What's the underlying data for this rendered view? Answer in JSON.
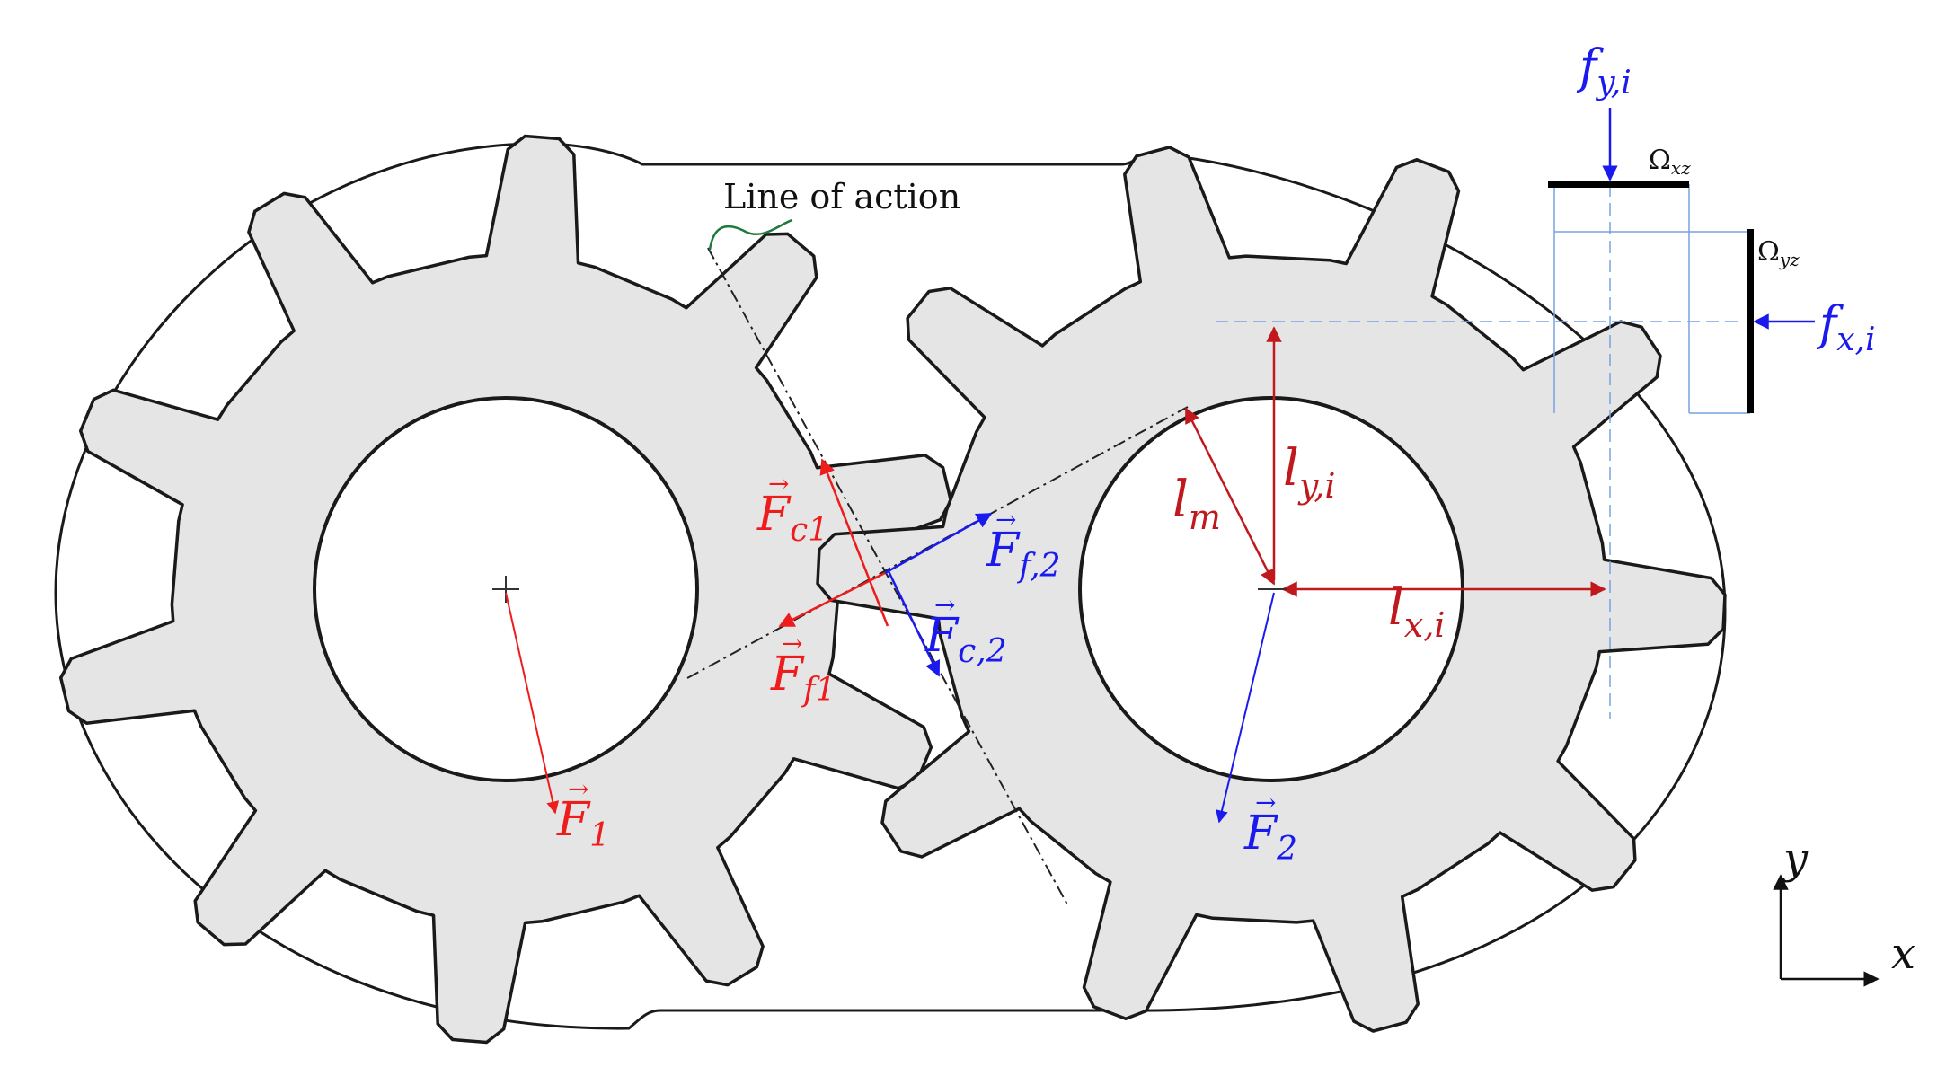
{
  "labels": {
    "line_of_action": "Line of action",
    "Fc1": "F",
    "Fc1_sub": "c1",
    "Ff1": "F",
    "Ff1_sub": "f1",
    "F1": "F",
    "F1_sub": "1",
    "Ff2": "F",
    "Ff2_sub": "f,2",
    "Fc2": "F",
    "Fc2_sub": "c,2",
    "F2": "F",
    "F2_sub": "2",
    "lm": "l",
    "lm_sub": "m",
    "lyi": "l",
    "lyi_sub": "y,i",
    "lxi": "l",
    "lxi_sub": "x,i",
    "fyi": "f",
    "fyi_sub": "y,i",
    "fxi": "f",
    "fxi_sub": "x,i",
    "omega_xz": "Ω",
    "omega_xz_sub": "xz",
    "omega_yz": "Ω",
    "omega_yz_sub": "yz",
    "axis_y": "y",
    "axis_x": "x"
  },
  "colors": {
    "red": "#ee1c1c",
    "darkred": "#c0181c",
    "blue": "#1a1aee",
    "lightblue": "#7aa2e0",
    "green": "#1e7a3c",
    "gear_fill": "#e5e5e5",
    "stroke": "#1a1a1a"
  },
  "gears": {
    "left_teeth": 10,
    "right_teeth": 10
  }
}
